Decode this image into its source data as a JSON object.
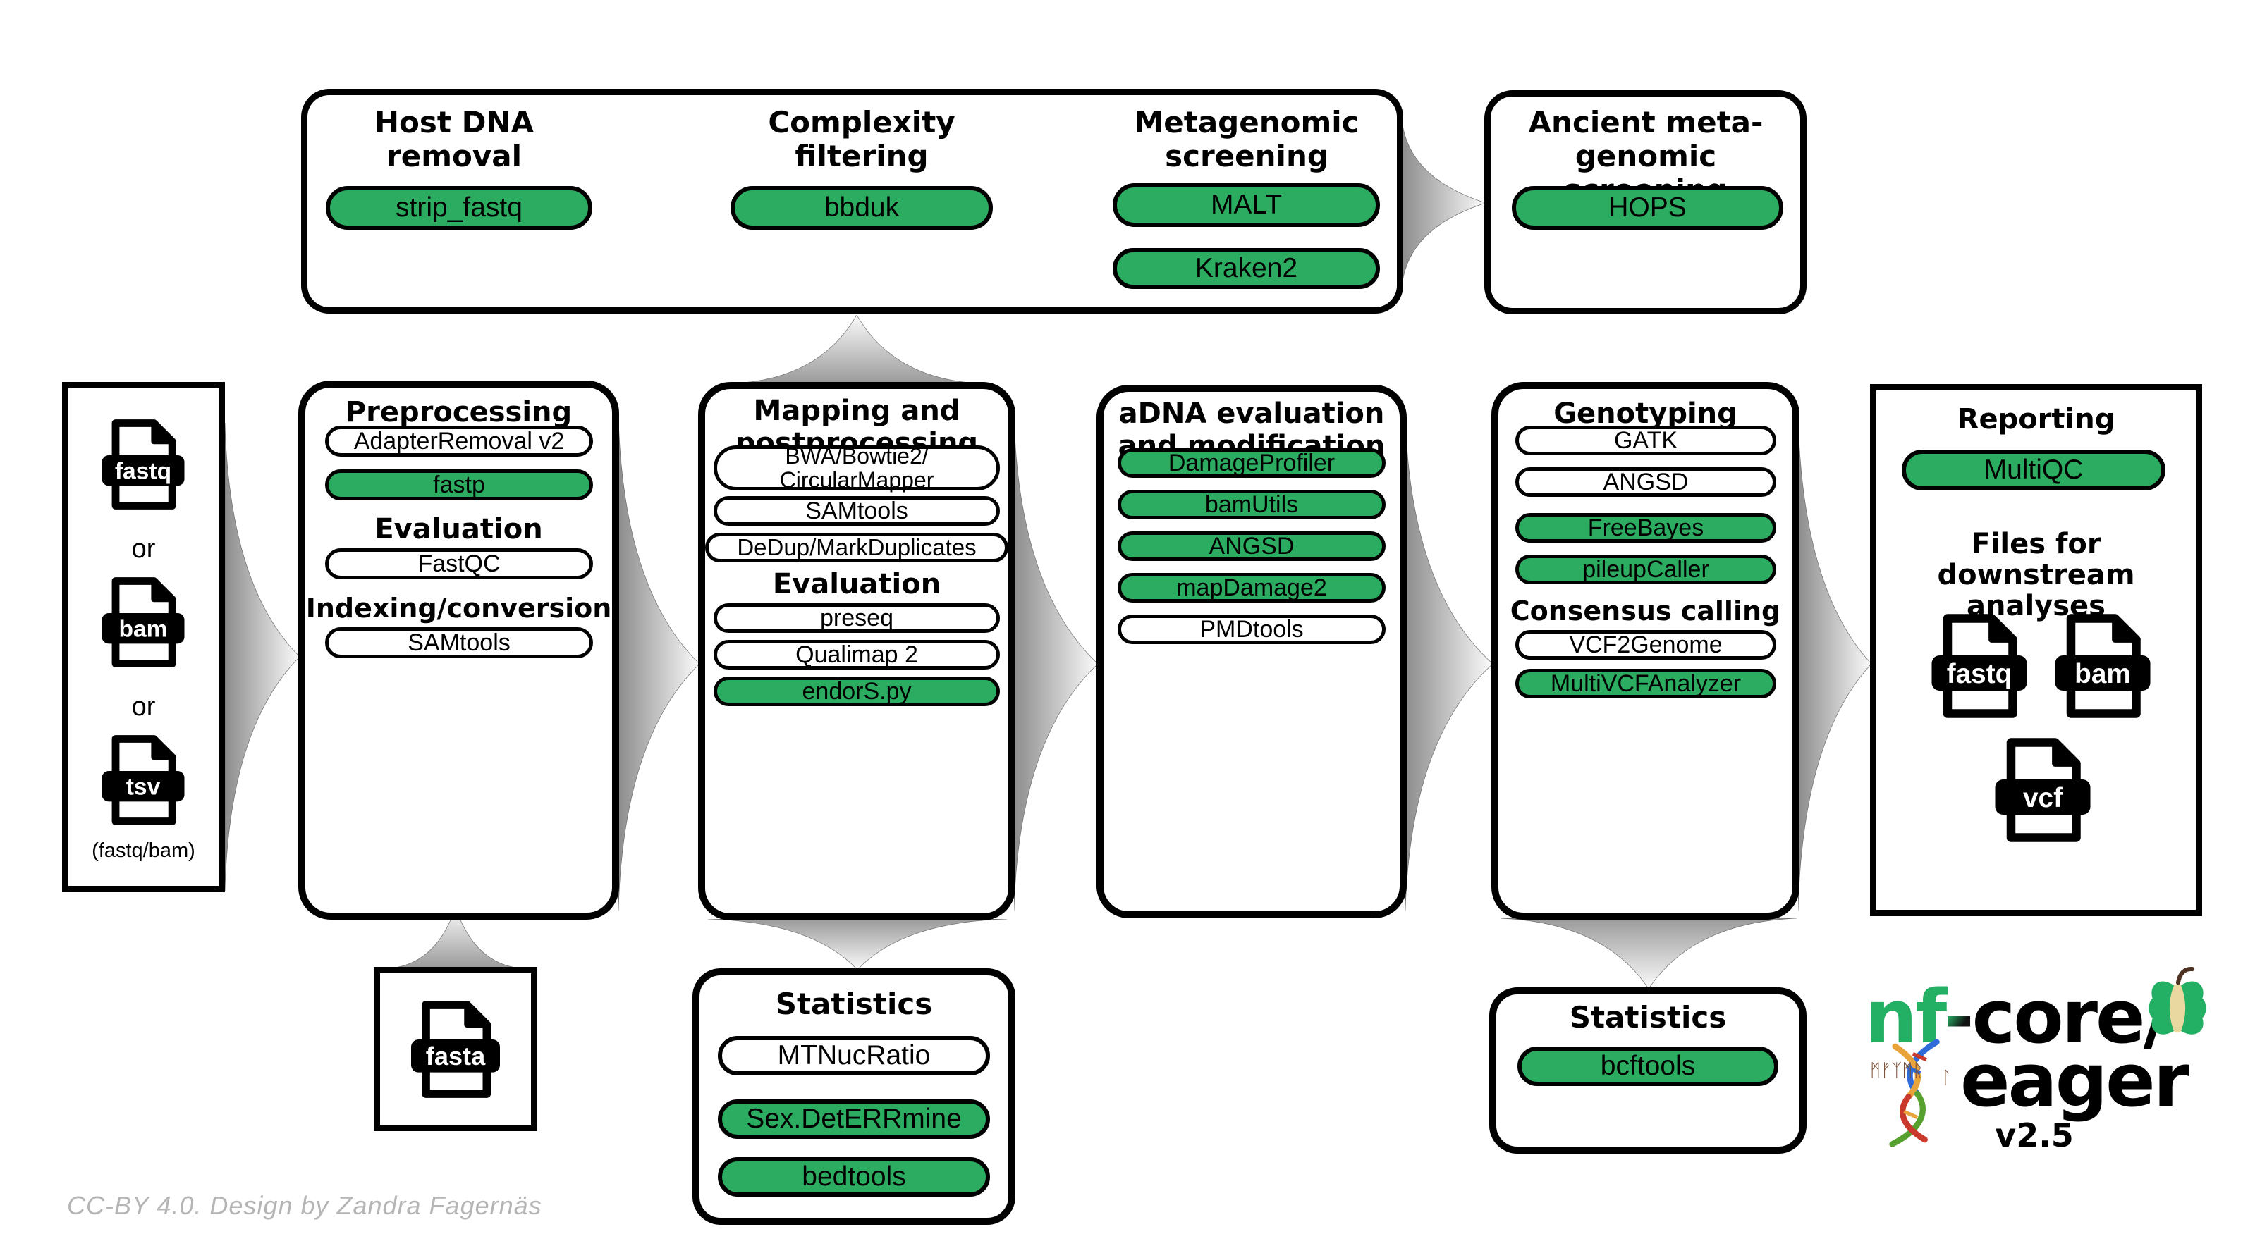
{
  "colors": {
    "pill_green": "#2BAC60",
    "outline_black": "#000000",
    "connector_gray": "#8c8c8c",
    "credit_gray": "#b5b5b5",
    "logo_green": "#24B064"
  },
  "screening": {
    "host_title1": "Host DNA",
    "host_title2": "removal",
    "host_tool": "strip_fastq",
    "complexity_title1": "Complexity",
    "complexity_title2": "filtering",
    "complexity_tool": "bbduk",
    "metagenomic_title1": "Metagenomic",
    "metagenomic_title2": "screening",
    "metagenomic_tool1": "MALT",
    "metagenomic_tool2": "Kraken2"
  },
  "ancient": {
    "title1": "Ancient meta-",
    "title2": "genomic screening",
    "tool": "HOPS"
  },
  "inputs": {
    "file1": "fastq",
    "or1": "or",
    "file2": "bam",
    "or2": "or",
    "file3": "tsv",
    "caption": "(fastq/bam)"
  },
  "preprocessing": {
    "title": "Preprocessing",
    "tool1": "AdapterRemoval v2",
    "tool2": "fastp",
    "heading1": "Evaluation",
    "tool3": "FastQC",
    "heading2": "Indexing/conversion",
    "tool4": "SAMtools"
  },
  "mapping": {
    "title1": "Mapping and",
    "title2": "postprocessing",
    "tool1_line1": "BWA/Bowtie2/",
    "tool1_line2": "CircularMapper",
    "tool2": "SAMtools",
    "tool3": "DeDup/MarkDuplicates",
    "heading": "Evaluation",
    "tool4": "preseq",
    "tool5": "Qualimap 2",
    "tool6": "endorS.py"
  },
  "adna": {
    "title1": "aDNA evaluation",
    "title2": "and modification",
    "tool1": "DamageProfiler",
    "tool2": "bamUtils",
    "tool3": "ANGSD",
    "tool4": "mapDamage2",
    "tool5": "PMDtools"
  },
  "genotyping": {
    "title": "Genotyping",
    "tool1": "GATK",
    "tool2": "ANGSD",
    "tool3": "FreeBayes",
    "tool4": "pileupCaller",
    "heading": "Consensus calling",
    "tool5": "VCF2Genome",
    "tool6": "MultiVCFAnalyzer"
  },
  "reporting": {
    "title": "Reporting",
    "tool1": "MultiQC",
    "heading1": "Files for downstream",
    "heading2": "analyses",
    "file1": "fastq",
    "file2": "bam",
    "file3": "vcf"
  },
  "fasta": {
    "file": "fasta"
  },
  "statistics_mapping": {
    "title": "Statistics",
    "tool1": "MTNucRatio",
    "tool2": "Sex.DetERRmine",
    "tool3": "bedtools"
  },
  "statistics_genotyping": {
    "title": "Statistics",
    "tool1": "bcftools"
  },
  "logo": {
    "nf": "nf",
    "dash": "-",
    "core": "core/",
    "eager": "eager",
    "version": "v2.5",
    "runes": "ᛗᚠᛉᛗᚱ",
    "rune_l": "ᛚ"
  },
  "credit": "CC-BY 4.0. Design by Zandra Fagernäs"
}
